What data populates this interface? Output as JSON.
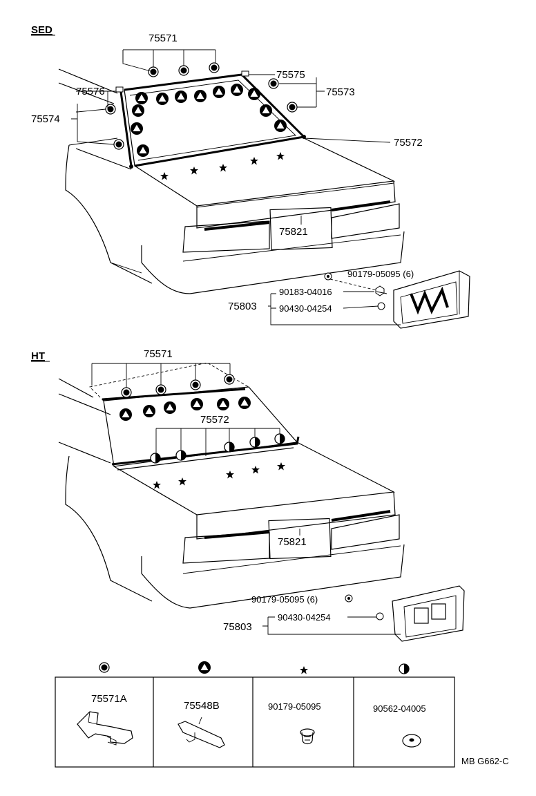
{
  "sections": {
    "sed": {
      "title": "SED"
    },
    "ht": {
      "title": "HT"
    }
  },
  "sed_labels": {
    "p75571": "75571",
    "p75575": "75575",
    "p75573": "75573",
    "p75576": "75576",
    "p75574": "75574",
    "p75572": "75572",
    "p75821": "75821",
    "p75803": "75803",
    "bolt1": "90179-05095",
    "bolt1_qty": "(6)",
    "nut1": "90183-04016",
    "nut2": "90430-04254"
  },
  "ht_labels": {
    "p75571": "75571",
    "p75572": "75572",
    "p75821": "75821",
    "p75803": "75803",
    "bolt1": "90179-05095",
    "bolt1_qty": "(6)",
    "nut2": "90430-04254"
  },
  "legend": [
    {
      "symbol": "filled-circle",
      "part": "75571A"
    },
    {
      "symbol": "triangle-in-circle",
      "part": "75548B"
    },
    {
      "symbol": "star",
      "part": "90179-05095"
    },
    {
      "symbol": "half-circle",
      "part": "90562-04005"
    }
  ],
  "footer": {
    "code": "MB G662-C"
  }
}
